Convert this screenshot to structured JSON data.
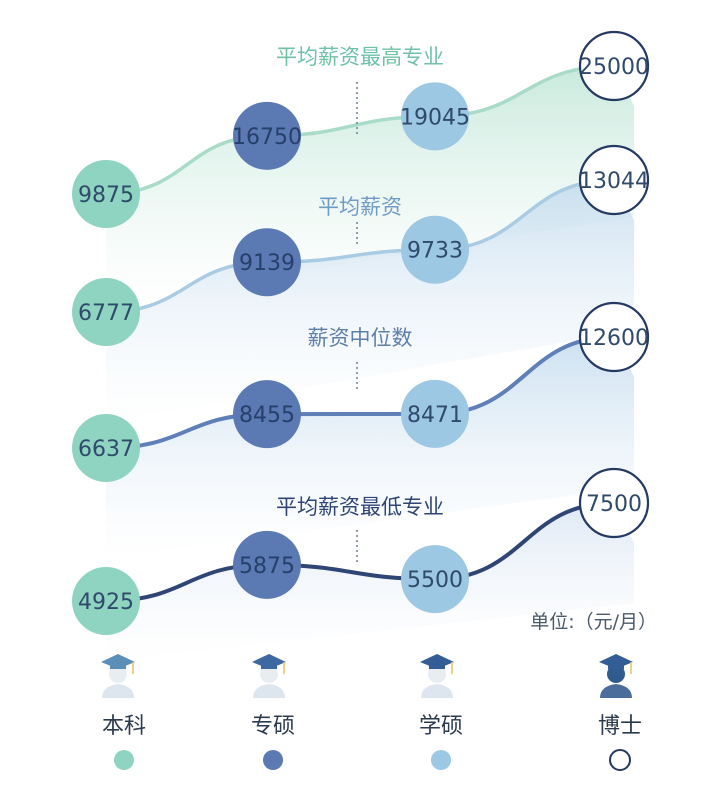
{
  "chart_data": {
    "type": "line",
    "categories": [
      "本科",
      "专硕",
      "学硕",
      "博士"
    ],
    "series": [
      {
        "name": "平均薪资最高专业",
        "values": [
          9875,
          16750,
          19045,
          25000
        ]
      },
      {
        "name": "平均薪资",
        "values": [
          6777,
          9139,
          9733,
          13044
        ]
      },
      {
        "name": "薪资中位数",
        "values": [
          6637,
          8455,
          8471,
          12600
        ]
      },
      {
        "name": "平均薪资最低专业",
        "values": [
          4925,
          5875,
          5500,
          7500
        ]
      }
    ],
    "unit_label": "单位:（元/月）",
    "legend_position": "bottom",
    "category_colors": [
      "#8fd3c1",
      "#5b79b3",
      "#9cc8e3",
      "#ffffff"
    ],
    "category_icons": [
      "bachelor-graduate-icon",
      "professional-master-graduate-icon",
      "academic-master-graduate-icon",
      "doctor-graduate-icon"
    ],
    "series_line_colors": [
      "#a8dcc9",
      "#a9cbe3",
      "#5e7fb8",
      "#2f4675"
    ],
    "text_color": "#2f4a6a"
  }
}
